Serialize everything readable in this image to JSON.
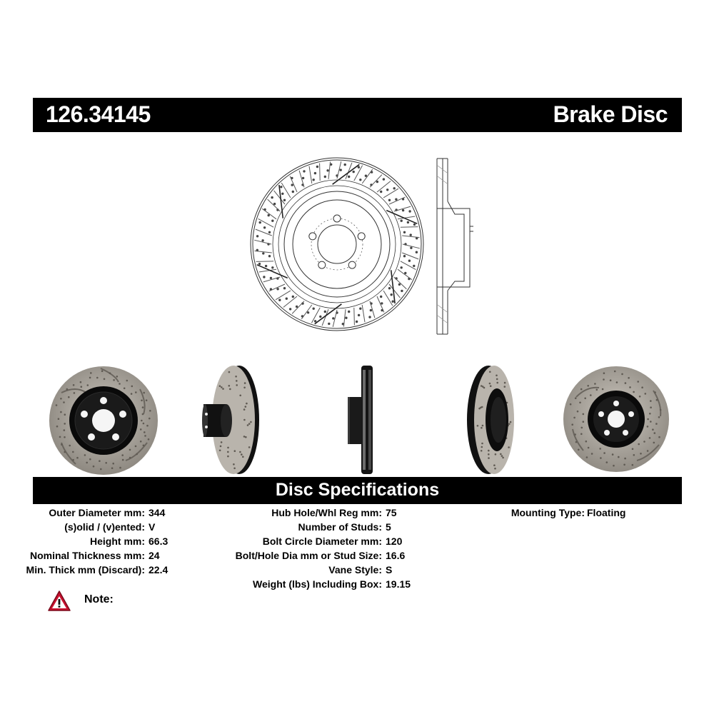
{
  "header": {
    "part_number": "126.34145",
    "product_type": "Brake Disc"
  },
  "specifications": {
    "title": "Disc Specifications",
    "columns": [
      [
        {
          "label": "Outer Diameter mm:",
          "value": "344"
        },
        {
          "label": "(s)olid / (v)ented:",
          "value": "V"
        },
        {
          "label": "Height mm:",
          "value": "66.3"
        },
        {
          "label": "Nominal Thickness mm:",
          "value": "24"
        },
        {
          "label": "Min. Thick mm (Discard):",
          "value": "22.4"
        }
      ],
      [
        {
          "label": "Hub Hole/Whl Reg mm:",
          "value": "75"
        },
        {
          "label": "Number of Studs:",
          "value": "5"
        },
        {
          "label": "Bolt Circle Diameter mm:",
          "value": "120"
        },
        {
          "label": "Bolt/Hole Dia mm or Stud Size:",
          "value": "16.6"
        },
        {
          "label": "Vane Style:",
          "value": "S"
        },
        {
          "label": "Weight (lbs) Including Box:",
          "value": "19.15"
        }
      ],
      [
        {
          "label": "Mounting Type:",
          "value": "Floating"
        }
      ]
    ]
  },
  "note": {
    "label": "Note:",
    "icon": "warning-triangle-icon"
  },
  "colors": {
    "bar": "#000000",
    "warning": "#c8102e"
  }
}
